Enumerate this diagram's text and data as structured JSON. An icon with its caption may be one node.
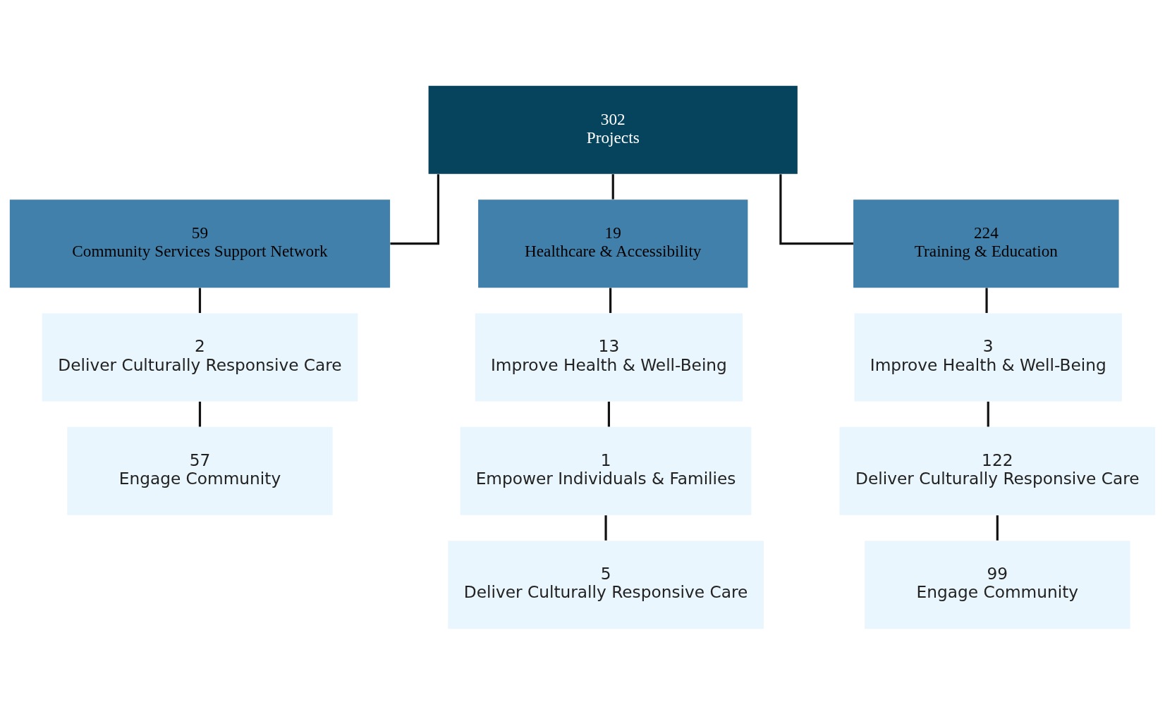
{
  "diagram": {
    "nodes": [
      {
        "text": [
          "302",
          "Projects"
        ]
      },
      {
        "text": [
          "59",
          "Community Services Support Network"
        ]
      },
      {
        "text": [
          "19",
          "Healthcare & Accessibility"
        ]
      },
      {
        "text": [
          "224",
          "Training & Education"
        ]
      },
      {
        "text": [
          "2",
          "Deliver Culturally Responsive Care"
        ]
      },
      {
        "text": [
          "57",
          "Engage Community"
        ]
      },
      {
        "text": [
          "13",
          "Improve Health & Well-Being"
        ]
      },
      {
        "text": [
          "1",
          "Empower Individuals & Families"
        ]
      },
      {
        "text": [
          "5",
          "Deliver Culturally Responsive Care"
        ]
      },
      {
        "text": [
          "3",
          "Improve Health & Well-Being"
        ]
      },
      {
        "text": [
          "122",
          "Deliver Culturally Responsive Care"
        ]
      },
      {
        "text": [
          "99",
          "Engage Community"
        ]
      }
    ],
    "edges": [
      {
        "from": 0,
        "to": 1,
        "arrow": "none"
      },
      {
        "from": 0,
        "to": 2,
        "arrow": "none"
      },
      {
        "from": 0,
        "to": 3,
        "arrow": "none"
      },
      {
        "from": 1,
        "to": 4,
        "arrow": "none"
      },
      {
        "from": 4,
        "to": 5,
        "arrow": "none"
      },
      {
        "from": 2,
        "to": 6,
        "arrow": "none"
      },
      {
        "from": 6,
        "to": 7,
        "arrow": "none"
      },
      {
        "from": 7,
        "to": 8,
        "arrow": "none"
      },
      {
        "from": 3,
        "to": 9,
        "arrow": "none"
      },
      {
        "from": 9,
        "to": 10,
        "arrow": "none"
      },
      {
        "from": 10,
        "to": 11,
        "arrow": "none"
      }
    ]
  }
}
